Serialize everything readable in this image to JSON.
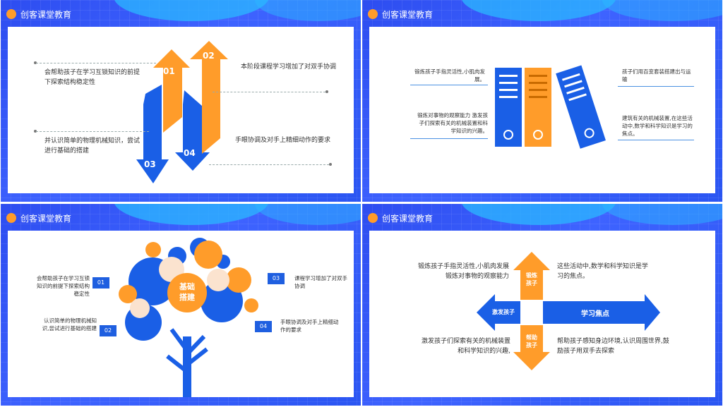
{
  "header_title": "创客课堂教育",
  "colors": {
    "blue": "#2166e8",
    "orange": "#ff9c2a",
    "cream": "#fbe3cf",
    "bg": "#3458f0"
  },
  "slide1": {
    "items": [
      {
        "num": "01",
        "text": "会帮助孩子在学习互锁知识的前提下探索结构稳定性"
      },
      {
        "num": "02",
        "text": "本阶段课程学习增加了对双手协调"
      },
      {
        "num": "03",
        "text": "并认识简单的物理机械知识，尝试进行基础的搭建"
      },
      {
        "num": "04",
        "text": "手眼协调及对手上精细动作的要求"
      }
    ]
  },
  "slide2": {
    "left_texts": [
      "锻炼孩子手指灵活性,小肌肉发展。",
      "锻炼对事物的观察能力 激发孩子们探索有关的机械装置和科学知识的兴趣。"
    ],
    "right_texts": [
      "孩子们用百变套装搭建出与运输",
      "建筑有关的机械装置,在这些活动中,数学和科学知识是学习的焦点。"
    ]
  },
  "slide3": {
    "center_label": "基础\n搭建",
    "items": [
      {
        "num": "01",
        "text": "会帮助孩子在学习互锁知识的前提下探索结构稳定性"
      },
      {
        "num": "02",
        "text": "认识简单的物理机械知识,尝试进行基础的搭建"
      },
      {
        "num": "03",
        "text": "课程学习增加了对双手协调"
      },
      {
        "num": "04",
        "text": "手眼协调及对手上精细动作的要求"
      }
    ]
  },
  "slide4": {
    "arrows": {
      "up": "锻炼\n孩子",
      "down": "帮助\n孩子",
      "left": "激发孩子",
      "right": "学习焦点"
    },
    "texts": {
      "top_left": "锻炼孩子手指灵活性,小肌肉发展锻炼对事物的观察能力",
      "top_right": "这些活动中,数学和科学知识是学习的焦点。",
      "bottom_left": "激发孩子们探索有关的机械装置和科学知识的兴趣,",
      "bottom_right": "帮助孩子感知身边环境,认识周围世界,鼓励孩子用双手去探索"
    }
  }
}
